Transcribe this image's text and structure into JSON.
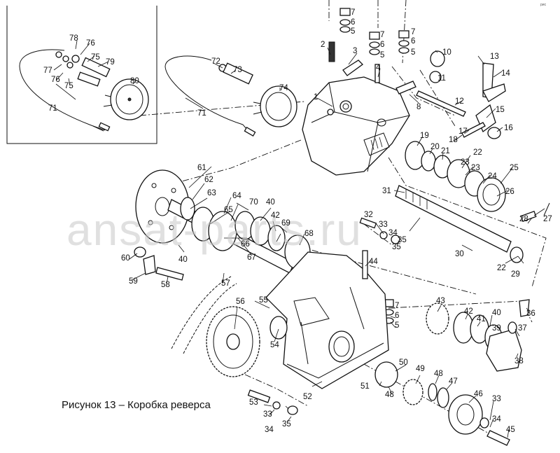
{
  "caption": "Рисунок 13 – Коробка реверса",
  "watermark": "ansat-parts.ru",
  "corner_mark": "рис",
  "callouts": [
    "1",
    "2",
    "3",
    "4",
    "5",
    "5",
    "5",
    "5",
    "6",
    "6",
    "6",
    "6",
    "7",
    "7",
    "7",
    "7",
    "8",
    "10",
    "11",
    "12",
    "13",
    "14",
    "15",
    "16",
    "17",
    "18",
    "19",
    "20",
    "21",
    "22",
    "22",
    "23",
    "23",
    "24",
    "25",
    "26",
    "27",
    "28",
    "29",
    "30",
    "31",
    "32",
    "33",
    "33",
    "33",
    "34",
    "34",
    "34",
    "35",
    "35",
    "35",
    "36",
    "37",
    "38",
    "39",
    "40",
    "40",
    "40",
    "41",
    "42",
    "42",
    "43",
    "44",
    "45",
    "46",
    "47",
    "48",
    "48",
    "49",
    "50",
    "51",
    "52",
    "53",
    "54",
    "55",
    "56",
    "57",
    "58",
    "59",
    "60",
    "61",
    "62",
    "63",
    "64",
    "65",
    "66",
    "67",
    "68",
    "69",
    "70",
    "71",
    "71",
    "72",
    "73",
    "74",
    "75",
    "75",
    "76",
    "76",
    "77",
    "78",
    "79",
    "80"
  ],
  "colors": {
    "ink": "#111111",
    "paper": "#ffffff",
    "watermark": "#c8c8c8"
  }
}
